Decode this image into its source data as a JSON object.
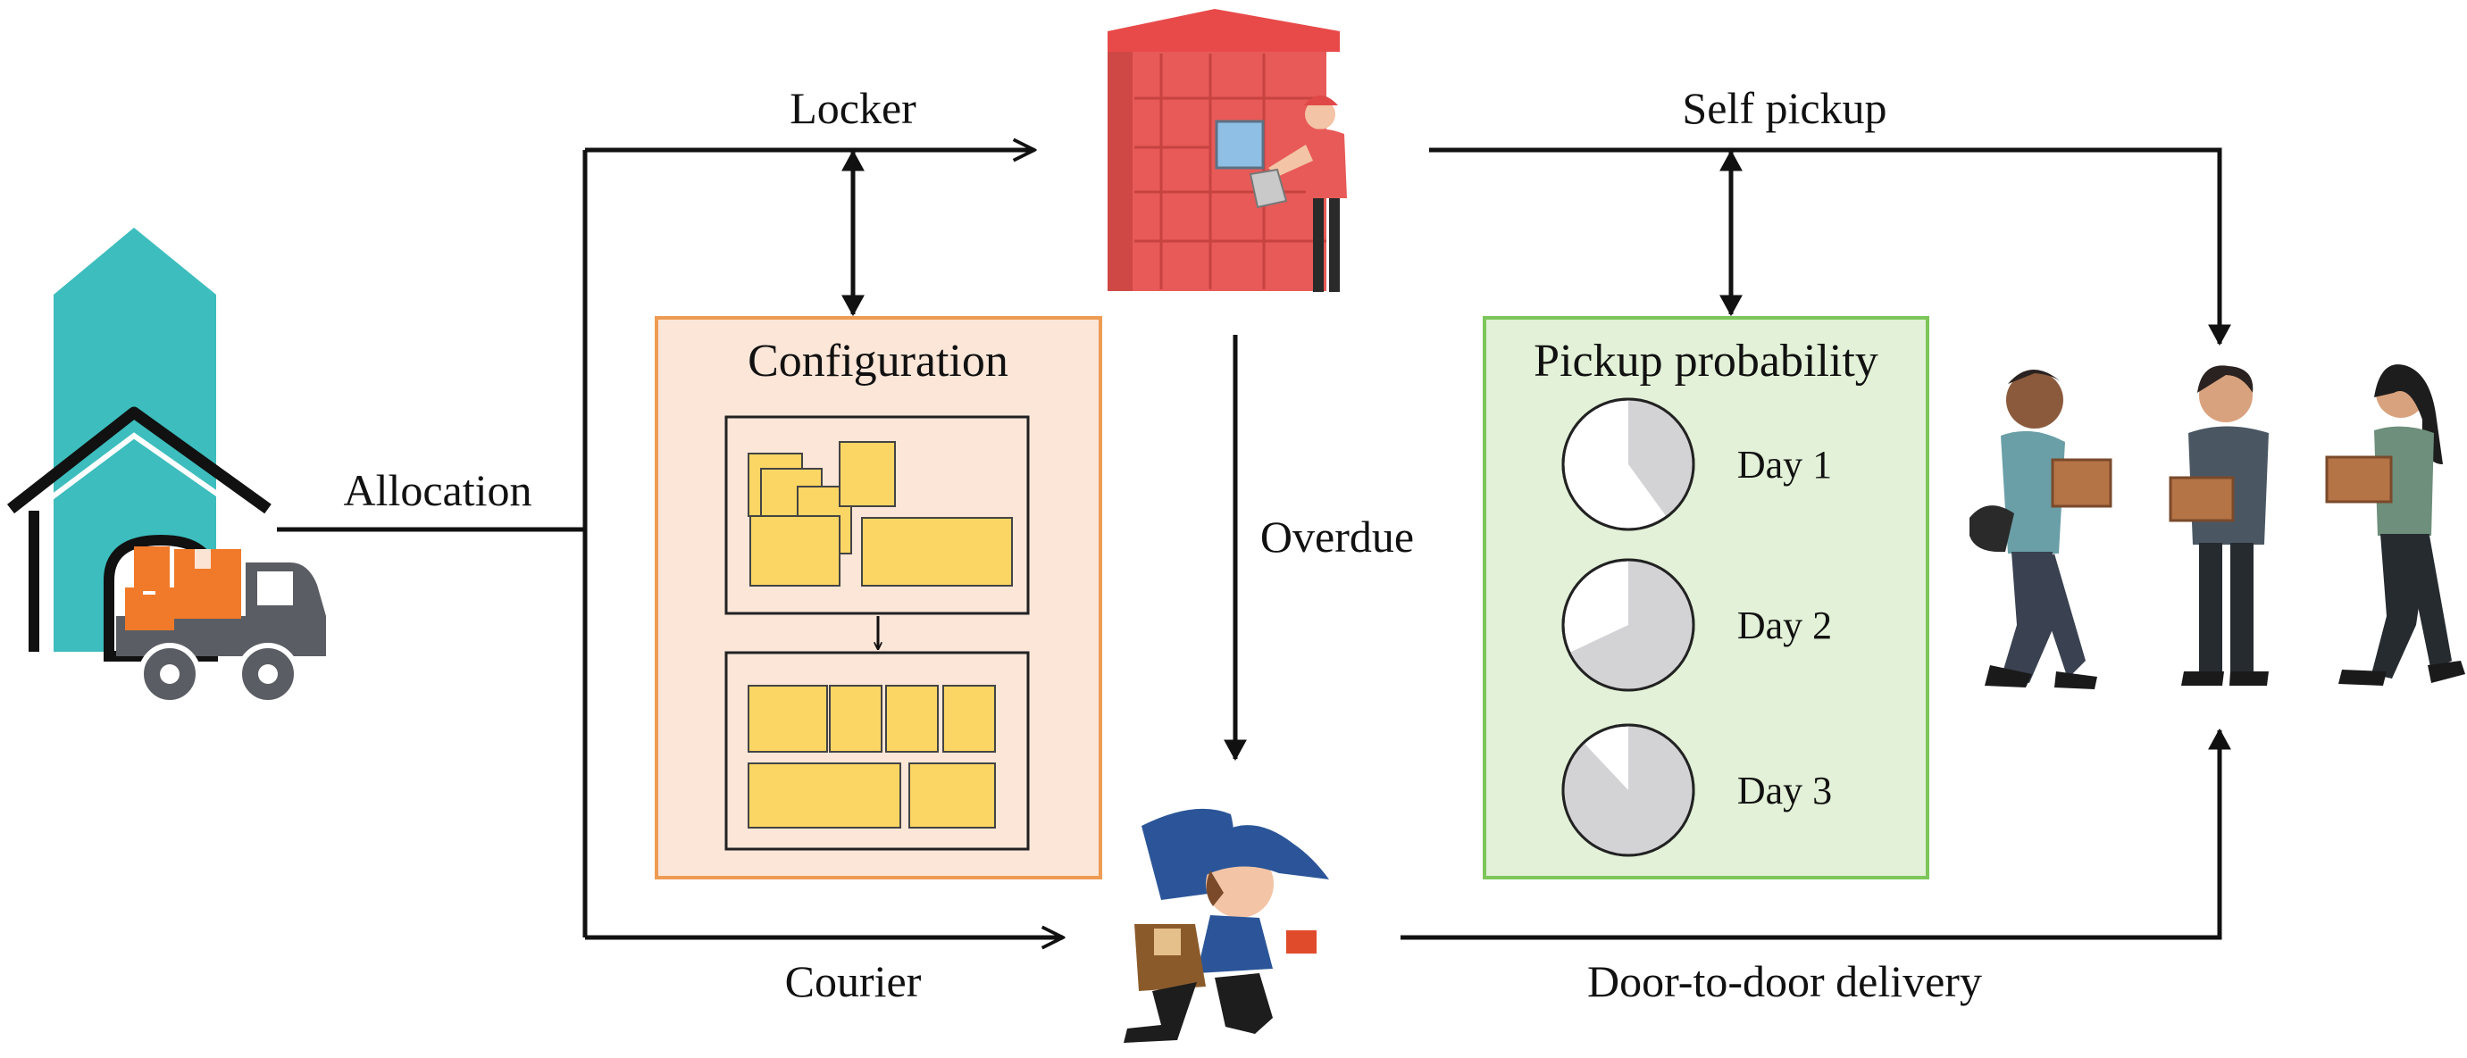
{
  "flows": {
    "allocation": "Allocation",
    "locker": "Locker",
    "courier": "Courier",
    "overdue": "Overdue",
    "self_pickup": "Self pickup",
    "door_to_door": "Door-to-door delivery"
  },
  "configuration": {
    "title": "Configuration"
  },
  "pickup_probability": {
    "title": "Pickup probability",
    "days": [
      {
        "label": "Day 1",
        "picked_up_fraction": 0.4
      },
      {
        "label": "Day 2",
        "picked_up_fraction": 0.68
      },
      {
        "label": "Day 3",
        "picked_up_fraction": 0.88
      }
    ]
  },
  "colors": {
    "warehouse_teal": "#3dbdbd",
    "truck_gray": "#5a5d63",
    "package_orange": "#f07a2a",
    "locker_red": "#e85a57",
    "config_fill": "#fbe6d8",
    "config_border": "#ee9b53",
    "compartment_yellow": "#fcd664",
    "pickup_fill": "#e2f1d7",
    "pickup_border": "#7cc65a",
    "pie_gray": "#d3d3d5",
    "courier_blue": "#2b5598",
    "arrow": "#111111"
  },
  "icons": [
    "warehouse-icon",
    "delivery-truck-icon",
    "parcel-locker-icon",
    "courier-icon",
    "customers-with-parcels-icon"
  ]
}
